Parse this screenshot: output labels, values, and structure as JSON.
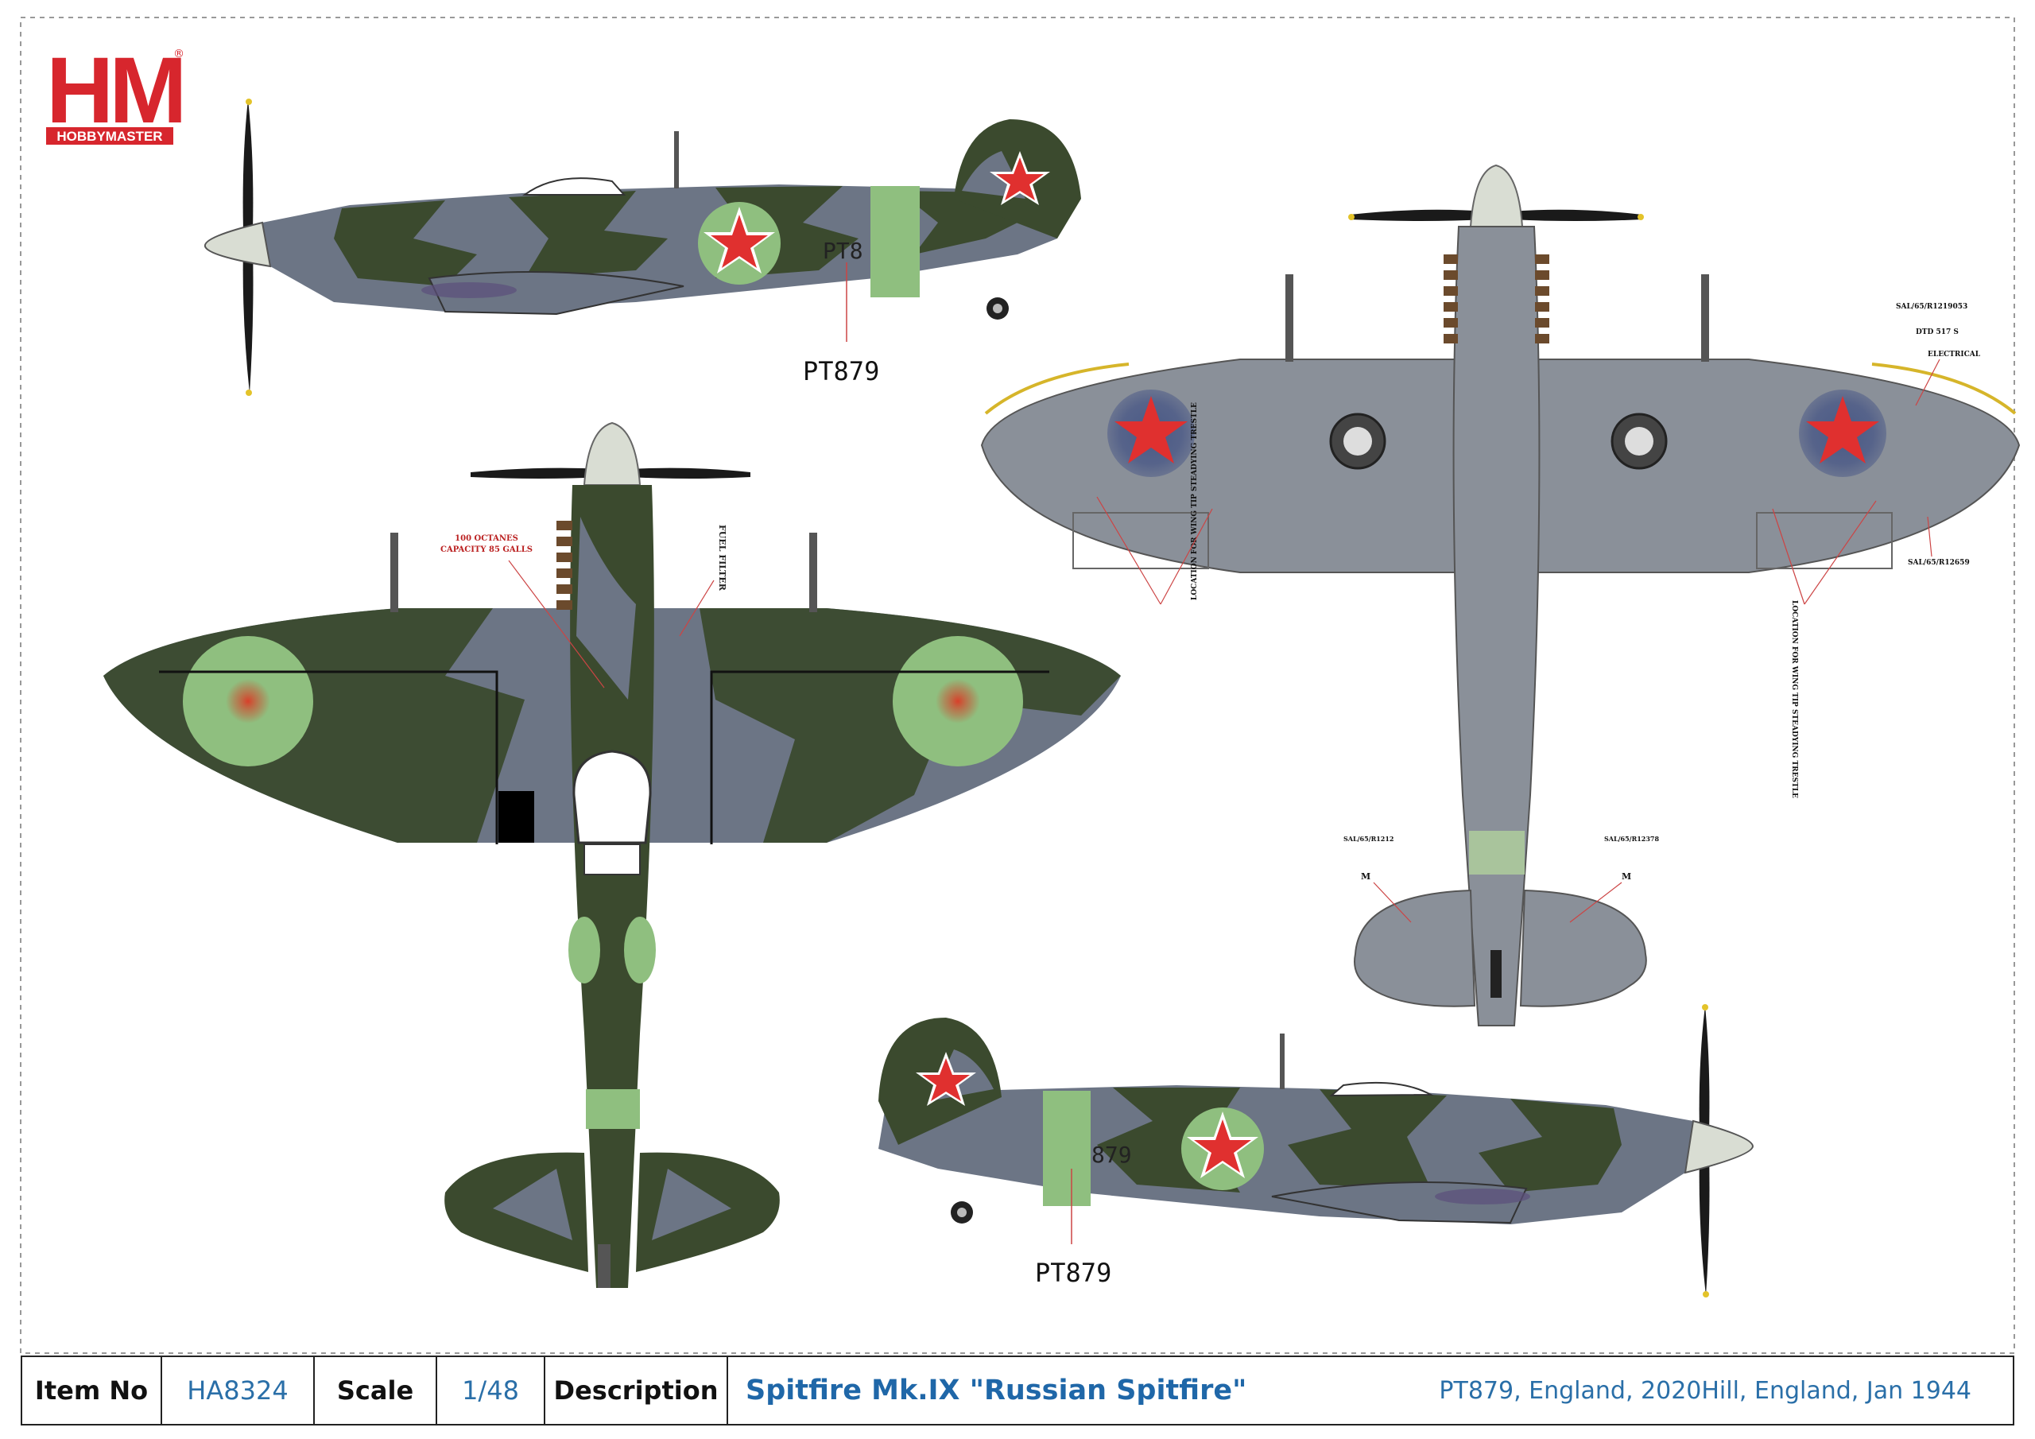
{
  "brand": {
    "logo_letters": "HM",
    "logo_text": "HOBBYMASTER",
    "registered": "®",
    "color": "#d7262d"
  },
  "colors": {
    "dark_green": "#3b4a2e",
    "ocean_grey": "#6c7585",
    "light_grey": "#8a9099",
    "band_green": "#8fbf7f",
    "roundel_red": "#e0302f",
    "spinner": "#d9ddd3"
  },
  "top_left_serial_partial": "PT8",
  "top_left_serial": "PT879",
  "bottom_right_serial_partial": "879",
  "bottom_right_serial": "PT879",
  "top_view_annotations": {
    "octane_line1": "100 OCTANES",
    "octane_line2": "CAPACITY 85 GALLS",
    "fuel_filter": "FUEL FILTER"
  },
  "bottom_view_annotations": {
    "stencil_top_right": "SAL/65/R1219053",
    "electrical": "ELECTRICAL",
    "stencil_right_mid": "SAL/65/R12659",
    "dtd_block": "DTD 517 S",
    "wing_tip_note": "LOCATION FOR WING TIP STEADYING TRESTLE",
    "tail_left_stencil": "SAL/65/R1212",
    "tail_right_stencil": "SAL/65/R12378",
    "m_mark": "M"
  },
  "footer": {
    "item_no_label": "Item No",
    "item_no_value": "HA8324",
    "scale_label": "Scale",
    "scale_value": "1/48",
    "description_label": "Description",
    "title": "Spitfire Mk.IX  \"Russian Spitfire\"",
    "detail": "PT879, England, 2020Hill, England, Jan 1944"
  }
}
